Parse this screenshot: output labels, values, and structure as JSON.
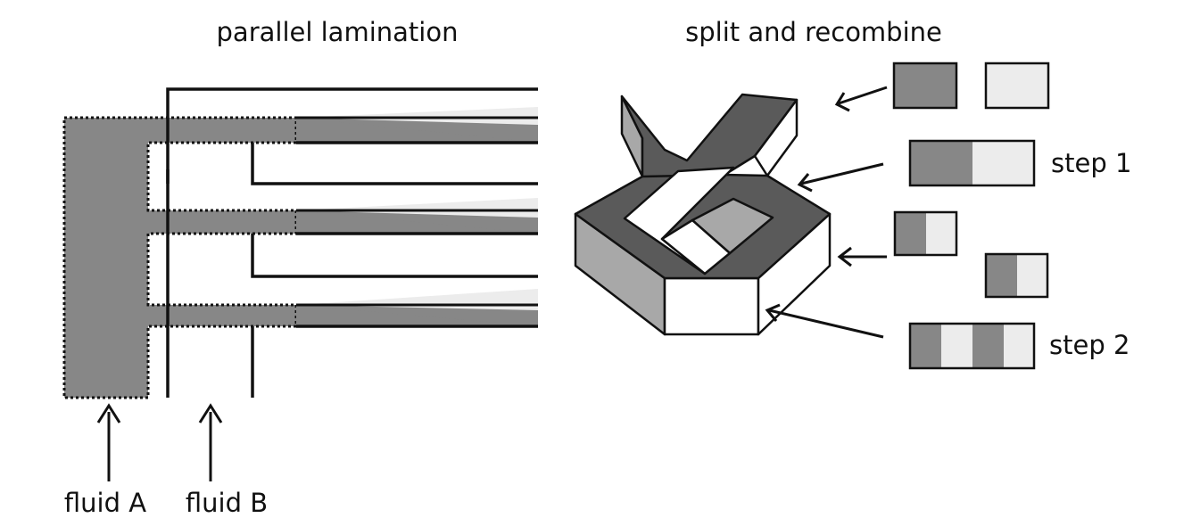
{
  "left_panel": {
    "title": "parallel lamination",
    "inlet_a_label": "fluid A",
    "inlet_b_label": "fluid B"
  },
  "right_panel": {
    "title": "split and recombine",
    "step1_label": "step 1",
    "step2_label": "step 2"
  },
  "colors": {
    "fluid_a": "#878787",
    "fluid_b": "#ececec",
    "channel_wall": "#111111",
    "mixer_dark": "#5a5a5a",
    "mixer_mid": "#a8a8a8"
  }
}
